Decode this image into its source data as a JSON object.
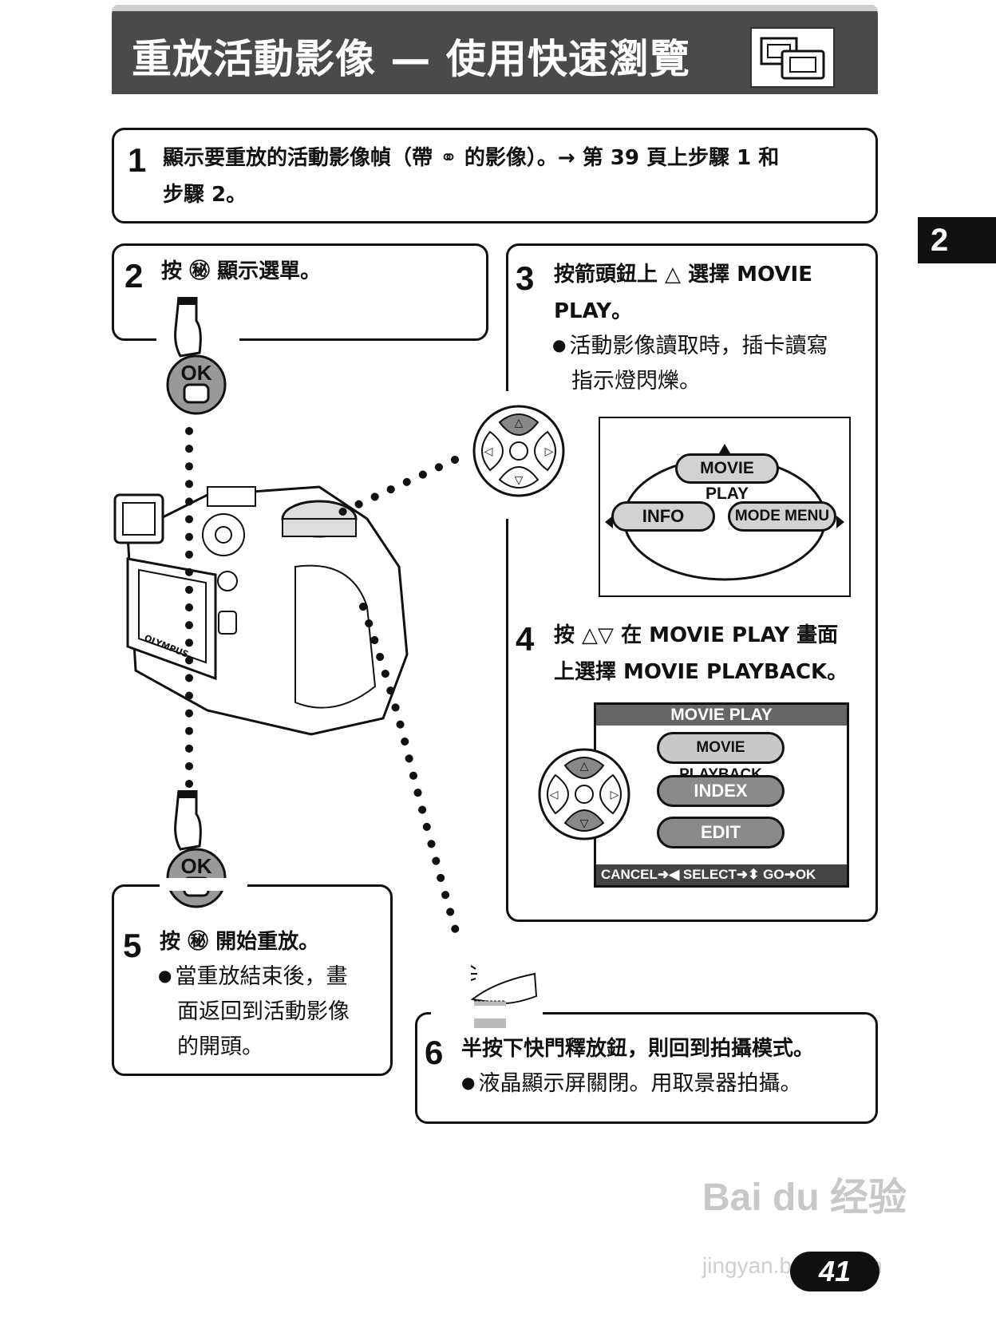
{
  "header": {
    "title": "重放活動影像 — 使用快速瀏覽",
    "icon": "quick-view-icon"
  },
  "chapter_tab": "2",
  "steps": {
    "s1": {
      "num": "1",
      "line1": "顯示要重放的活動影像幀（帶 ",
      "icon": "movie-icon",
      "line1b": " 的影像）。→ 第 39 頁上步驟 1 和",
      "line2": "步驟 2。"
    },
    "s2": {
      "num": "2",
      "pre": "按 ",
      "icon": "ok-menu-button-icon",
      "post": " 顯示選單。"
    },
    "s3": {
      "num": "3",
      "line1": "按箭頭鈕上 △ 選擇 MOVIE",
      "line2": "PLAY。",
      "bullet1": "活動影像讀取時，插卡讀寫",
      "bullet2": "指示燈閃爍。"
    },
    "s4": {
      "num": "4",
      "line1": "按 △▽ 在 MOVIE PLAY 畫面",
      "line2": "上選擇 MOVIE PLAYBACK。"
    },
    "s5": {
      "num": "5",
      "pre": "按 ",
      "icon": "ok-menu-button-icon",
      "post": " 開始重放。",
      "b1": "當重放結束後，畫",
      "b2": "面返回到活動影像",
      "b3": "的開頭。"
    },
    "s6": {
      "num": "6",
      "line1": "半按下快門釋放鈕，則回到拍攝模式。",
      "bullet": "液晶顯示屏關閉。用取景器拍攝。"
    }
  },
  "screen1": {
    "top": "MOVIE PLAY",
    "left": "INFO",
    "right": "MODE MENU"
  },
  "screen2": {
    "title": "MOVIE PLAY",
    "items": [
      "MOVIE PLAYBACK",
      "INDEX",
      "EDIT"
    ],
    "footer": "CANCEL➜◀  SELECT➜⬍  GO➜OK"
  },
  "ok_label": "OK",
  "camera_brand": "OLYMPUS",
  "watermark": {
    "brand": "Bai du 经验",
    "url": "jingyan.baidu.com"
  },
  "page_number": "41"
}
